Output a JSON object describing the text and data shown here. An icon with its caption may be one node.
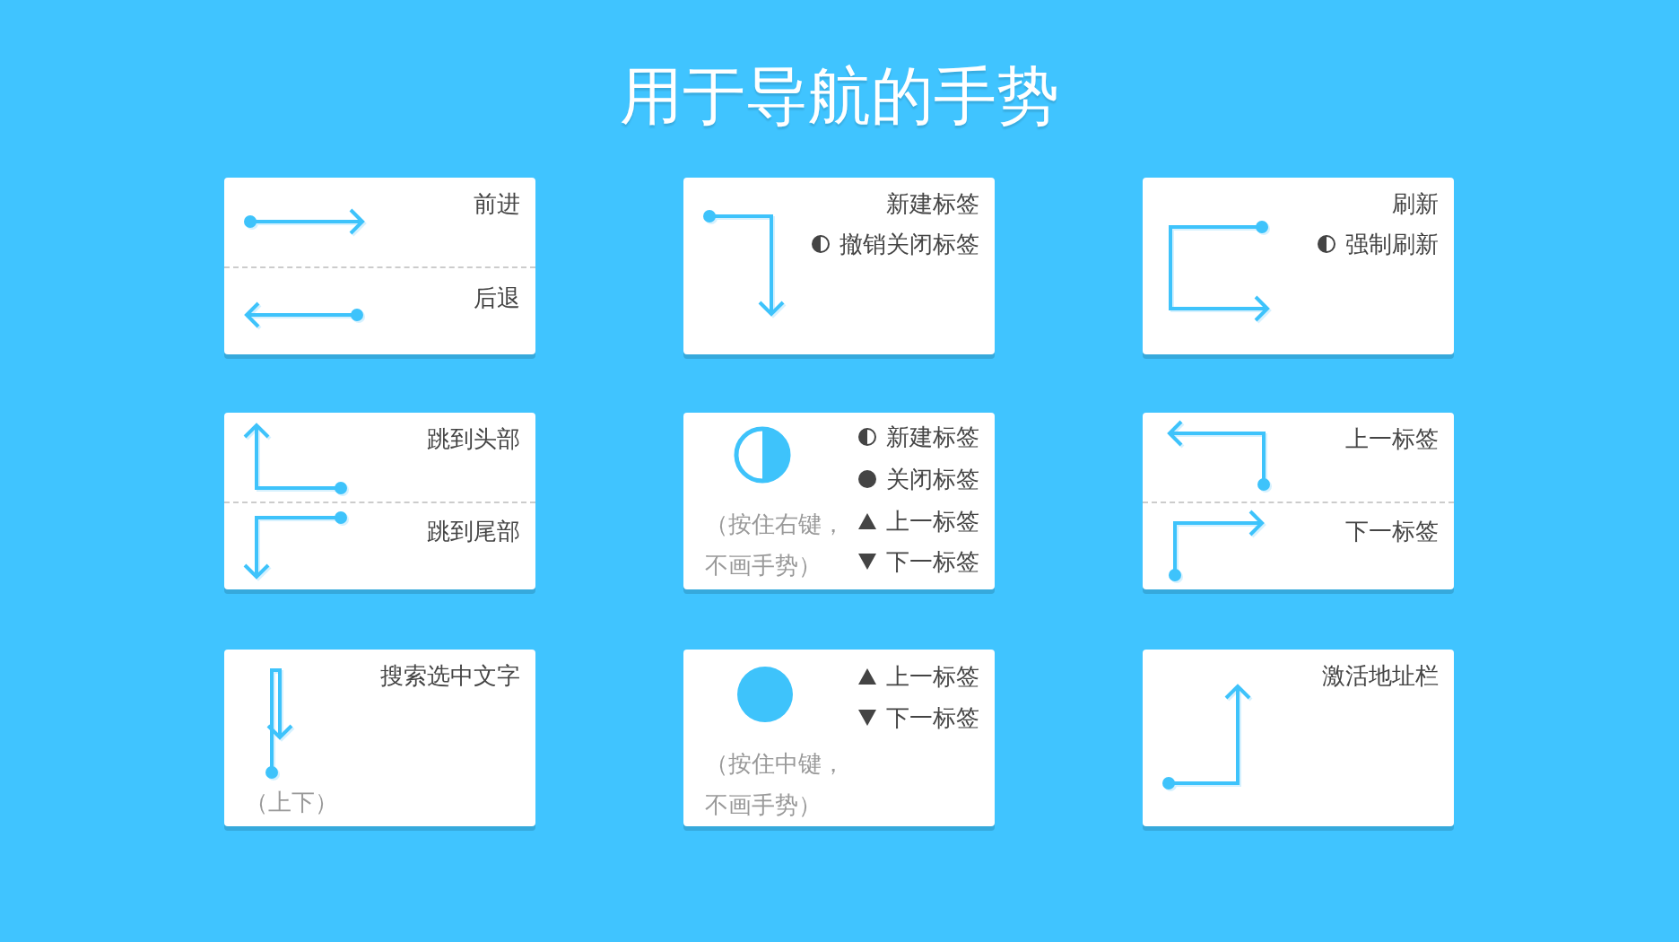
{
  "diagram": {
    "title": "用于导航的手势",
    "nodes": [
      {
        "text": [
          "前进",
          "后退"
        ]
      },
      {
        "text": [
          "新建标签",
          "撤销关闭标签"
        ]
      },
      {
        "text": [
          "刷新",
          "强制刷新"
        ]
      },
      {
        "text": [
          "跳到头部",
          "跳到尾部"
        ]
      },
      {
        "text": [
          "新建标签",
          "关闭标签",
          "上一标签",
          "下一标签",
          "（按住右键，不画手势）"
        ]
      },
      {
        "text": [
          "上一标签",
          "下一标签"
        ]
      },
      {
        "text": [
          "搜索选中文字",
          "（上下）"
        ]
      },
      {
        "text": [
          "上一标签",
          "下一标签",
          "（按住中键，不画手势）"
        ]
      },
      {
        "text": [
          "激活地址栏"
        ]
      }
    ]
  }
}
